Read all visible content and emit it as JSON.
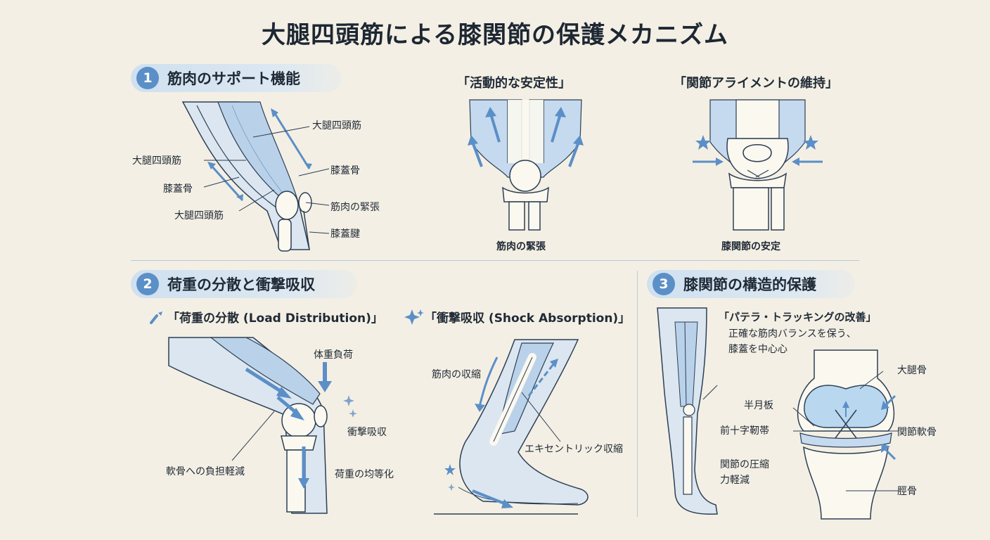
{
  "title": "大腿四頭筋による膝関節の保護メカニズム",
  "section1": {
    "number": "1",
    "label": "筋肉のサポート機能",
    "labels": {
      "quad_top": "大腿四頭筋",
      "quad_left": "大腿四頭筋",
      "patella_left": "膝蓋骨",
      "quad_bottom": "大腿四頭筋",
      "patella_right": "膝蓋骨",
      "tension": "筋肉の緊張",
      "tendon": "膝蓋腱"
    },
    "panel_active": {
      "title": "「活動的な安定性」",
      "caption": "筋肉の緊張"
    },
    "panel_align": {
      "title": "「関節アライメントの維持」",
      "caption": "膝関節の安定"
    }
  },
  "section2": {
    "number": "2",
    "label": "荷重の分散と衝撃吸収",
    "load": {
      "title": "「荷重の分散 (Load Distribution)」",
      "body_load": "体重負荷",
      "shock": "衝撃吸収",
      "cartilage": "軟骨への負担軽減",
      "equalize": "荷重の均等化"
    },
    "shock": {
      "title": "「衝撃吸収 (Shock Absorption)」",
      "contraction": "筋肉の収縮",
      "eccentric": "エキセントリック収縮"
    }
  },
  "section3": {
    "number": "3",
    "label": "膝関節の構造的保護",
    "tracking_title": "「パテラ・トラッキングの改善」",
    "tracking_desc1": "正確な筋肉バランスを保う、",
    "tracking_desc2": "膝蓋を中心心",
    "labels": {
      "femur": "大腿骨",
      "meniscus": "半月板",
      "acl": "前十字靭帯",
      "cartilage": "関節軟骨",
      "compress1": "関節の圧縮",
      "compress2": "力軽減",
      "tibia": "脛骨"
    }
  },
  "colors": {
    "accent": "#5b8fc7",
    "muscle": "#c5daee",
    "bone": "#fbf8ef",
    "outline": "#2c3f55",
    "background": "#f4efe4"
  }
}
